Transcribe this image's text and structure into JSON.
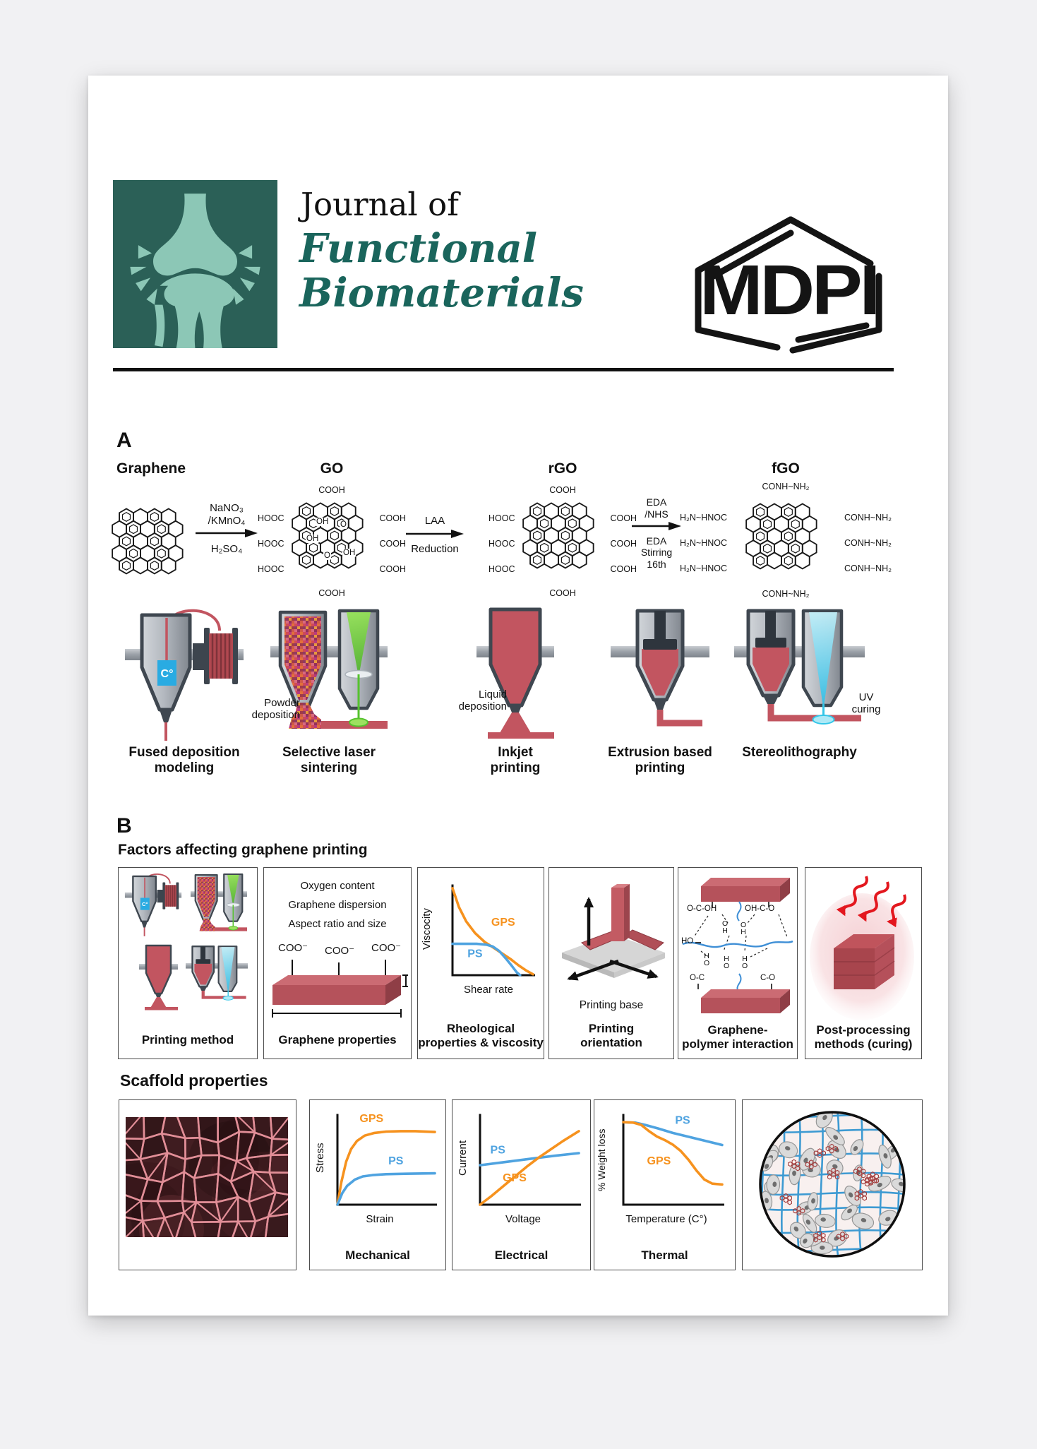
{
  "page": {
    "header": {
      "journal_prefix": "Journal of",
      "journal_name_line1": "Functional",
      "journal_name_line2": "Biomaterials",
      "publisher": "MDPI",
      "brand_teal_dark": "#2B6057",
      "brand_teal_light": "#8CC7B6",
      "journal_text_color": "#1A655C"
    },
    "panelA": {
      "label": "A",
      "molecules": [
        {
          "name": "Graphene"
        },
        {
          "name": "GO",
          "top": "COOH",
          "bottom": "COOH",
          "left": [
            "HOOC",
            "HOOC",
            "HOOC"
          ],
          "right": [
            "COOH",
            "COOH",
            "COOH"
          ],
          "inner": [
            "OH",
            "O",
            "OH",
            "O",
            "OH"
          ]
        },
        {
          "name": "rGO",
          "top": "COOH",
          "bottom": "COOH",
          "left": [
            "HOOC",
            "HOOC",
            "HOOC"
          ],
          "right": [
            "COOH",
            "COOH",
            "COOH"
          ]
        },
        {
          "name": "fGO",
          "top": "CONH~NH₂",
          "bottom": "CONH~NH₂",
          "left": [
            "H₂N~HNOC",
            "H₂N~HNOC",
            "H₂N~HNOC"
          ],
          "right": [
            "CONH~NH₂",
            "CONH~NH₂",
            "CONH~NH₂"
          ]
        }
      ],
      "reactions": [
        {
          "above": [
            "NaNO₃",
            "/KMnO₄"
          ],
          "below": [
            "H₂SO₄"
          ]
        },
        {
          "above": [
            "LAA"
          ],
          "below": [
            "Reduction"
          ]
        },
        {
          "above": [
            "EDA",
            "/NHS"
          ],
          "below": [
            "EDA",
            "Stirring",
            "16th"
          ]
        }
      ],
      "printers": [
        {
          "label_lines": [
            "Fused deposition",
            "modeling"
          ],
          "temp": "C°"
        },
        {
          "label_lines": [
            "Selective laser",
            "sintering"
          ],
          "annotation_lines": [
            "Powder",
            "deposition"
          ]
        },
        {
          "label_lines": [
            "Inkjet",
            "printing"
          ],
          "annotation_lines": [
            "Liquid",
            "deposition"
          ]
        },
        {
          "label_lines": [
            "Extrusion based",
            "printing"
          ]
        },
        {
          "label_lines": [
            "Stereolithography"
          ],
          "annotation_lines": [
            "UV",
            "curing"
          ]
        }
      ],
      "material_red": "#C25560"
    },
    "panelB": {
      "label": "B",
      "factors_title": "Factors affecting graphene printing",
      "factors": [
        {
          "caption_lines": [
            "Printing method"
          ]
        },
        {
          "caption_lines": [
            "Graphene properties"
          ],
          "bullets": [
            "Oxygen content",
            "Graphene dispersion",
            "Aspect ratio and size"
          ],
          "coo": [
            "COO⁻",
            "COO⁻",
            "COO⁻"
          ]
        },
        {
          "caption_lines": [
            "Rheological",
            "properties & viscosity"
          ]
        },
        {
          "caption_lines": [
            "Printing",
            "orientation"
          ],
          "annotation": "Printing base"
        },
        {
          "caption_lines": [
            "Graphene-",
            "polymer interaction"
          ],
          "chem": {
            "top_left": "O-C-OH",
            "top_right": "OH-C-O",
            "left": "HO",
            "bottom_left": "O-C",
            "bottom_right": "C-O",
            "upper_pairs": [
              {
                "t": "O",
                "b": "H"
              },
              {
                "t": "O",
                "b": "H"
              }
            ],
            "lower_pairs": [
              {
                "t": "H",
                "b": "O"
              },
              {
                "t": "H",
                "b": "O"
              },
              {
                "t": "H",
                "b": "O"
              }
            ]
          }
        },
        {
          "caption_lines": [
            "Post-processing",
            "methods (curing)"
          ]
        }
      ],
      "scaffold_title": "Scaffold properties"
    }
  },
  "chart_data": [
    {
      "id": "rheology",
      "type": "line",
      "xlabel": "Shear rate",
      "ylabel": "Viscocity",
      "axes": "qualitative (no ticks)",
      "grid": false,
      "series": [
        {
          "name": "GPS",
          "color": "#F6921E",
          "label_pos": [
            0.63,
            0.55
          ],
          "points": [
            [
              0,
              0.97
            ],
            [
              0.08,
              0.76
            ],
            [
              0.17,
              0.6
            ],
            [
              0.28,
              0.47
            ],
            [
              0.4,
              0.37
            ],
            [
              0.52,
              0.3
            ],
            [
              0.62,
              0.24
            ],
            [
              0.72,
              0.18
            ],
            [
              0.82,
              0.11
            ],
            [
              0.92,
              0.05
            ],
            [
              1,
              0.01
            ]
          ]
        },
        {
          "name": "PS",
          "color": "#4FA3E0",
          "label_pos": [
            0.28,
            0.2
          ],
          "points": [
            [
              0,
              0.35
            ],
            [
              0.15,
              0.35
            ],
            [
              0.3,
              0.35
            ],
            [
              0.42,
              0.34
            ],
            [
              0.5,
              0.32
            ],
            [
              0.58,
              0.27
            ],
            [
              0.66,
              0.19
            ],
            [
              0.74,
              0.1
            ],
            [
              0.8,
              0.03
            ],
            [
              0.84,
              0.0
            ]
          ]
        }
      ]
    },
    {
      "id": "mechanical",
      "type": "line",
      "caption": "Mechanical",
      "xlabel": "Strain",
      "ylabel": "Stress",
      "axes": "qualitative (no ticks)",
      "grid": false,
      "series": [
        {
          "name": "GPS",
          "color": "#F6921E",
          "label_pos": [
            0.35,
            0.92
          ],
          "points": [
            [
              0,
              0
            ],
            [
              0.04,
              0.25
            ],
            [
              0.09,
              0.48
            ],
            [
              0.14,
              0.62
            ],
            [
              0.2,
              0.71
            ],
            [
              0.28,
              0.77
            ],
            [
              0.38,
              0.8
            ],
            [
              0.5,
              0.815
            ],
            [
              0.65,
              0.82
            ],
            [
              0.8,
              0.82
            ],
            [
              1,
              0.81
            ]
          ]
        },
        {
          "name": "PS",
          "color": "#4FA3E0",
          "label_pos": [
            0.6,
            0.45
          ],
          "points": [
            [
              0,
              0
            ],
            [
              0.05,
              0.13
            ],
            [
              0.1,
              0.21
            ],
            [
              0.18,
              0.28
            ],
            [
              0.26,
              0.315
            ],
            [
              0.36,
              0.33
            ],
            [
              0.5,
              0.34
            ],
            [
              0.7,
              0.345
            ],
            [
              1,
              0.35
            ]
          ]
        }
      ]
    },
    {
      "id": "electrical",
      "type": "line",
      "caption": "Electrical",
      "xlabel": "Voltage",
      "ylabel": "Current",
      "axes": "qualitative (no ticks)",
      "grid": false,
      "series": [
        {
          "name": "PS",
          "color": "#4FA3E0",
          "label_pos": [
            0.18,
            0.57
          ],
          "points": [
            [
              0,
              0.44
            ],
            [
              0.25,
              0.475
            ],
            [
              0.5,
              0.51
            ],
            [
              0.75,
              0.545
            ],
            [
              1,
              0.575
            ]
          ]
        },
        {
          "name": "GPS",
          "color": "#F6921E",
          "label_pos": [
            0.35,
            0.26
          ],
          "points": [
            [
              0,
              0
            ],
            [
              0.12,
              0.1
            ],
            [
              0.24,
              0.21
            ],
            [
              0.36,
              0.32
            ],
            [
              0.48,
              0.43
            ],
            [
              0.6,
              0.53
            ],
            [
              0.72,
              0.62
            ],
            [
              0.84,
              0.71
            ],
            [
              1,
              0.82
            ]
          ]
        }
      ]
    },
    {
      "id": "thermal",
      "type": "line",
      "caption": "Thermal",
      "xlabel": "Temperature (C°)",
      "ylabel": "% Weight loss",
      "axes": "qualitative (no ticks)",
      "grid": false,
      "series": [
        {
          "name": "PS",
          "color": "#4FA3E0",
          "label_pos": [
            0.6,
            0.9
          ],
          "points": [
            [
              0,
              0.92
            ],
            [
              0.12,
              0.915
            ],
            [
              0.22,
              0.89
            ],
            [
              0.35,
              0.85
            ],
            [
              0.5,
              0.8
            ],
            [
              0.65,
              0.76
            ],
            [
              0.8,
              0.72
            ],
            [
              1,
              0.665
            ]
          ]
        },
        {
          "name": "GPS",
          "color": "#F6921E",
          "label_pos": [
            0.36,
            0.45
          ],
          "points": [
            [
              0,
              0.92
            ],
            [
              0.1,
              0.915
            ],
            [
              0.18,
              0.89
            ],
            [
              0.26,
              0.82
            ],
            [
              0.34,
              0.76
            ],
            [
              0.42,
              0.72
            ],
            [
              0.5,
              0.67
            ],
            [
              0.58,
              0.6
            ],
            [
              0.66,
              0.5
            ],
            [
              0.74,
              0.38
            ],
            [
              0.82,
              0.28
            ],
            [
              0.9,
              0.235
            ],
            [
              1,
              0.225
            ]
          ]
        }
      ]
    }
  ]
}
